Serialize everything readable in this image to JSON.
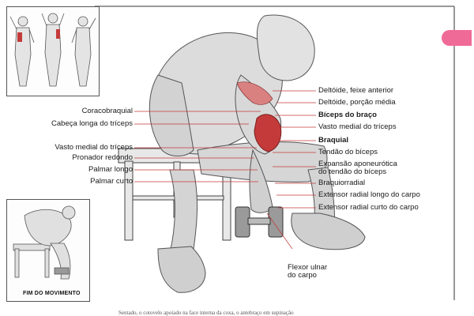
{
  "labels_left": [
    {
      "id": "coracobraquial",
      "text": "Coracobraquial"
    },
    {
      "id": "cabeca-longa-triceps",
      "text": "Cabeça longa do tríceps"
    },
    {
      "id": "vasto-medial-triceps-left",
      "text": "Vasto medial do tríceps"
    },
    {
      "id": "pronador-redondo",
      "text": "Pronador redondo"
    },
    {
      "id": "palmar-longo",
      "text": "Palmar longo"
    },
    {
      "id": "palmar-curto",
      "text": "Palmar curto"
    }
  ],
  "labels_right": [
    {
      "id": "deltoide-feixe-anterior",
      "text": "Deltóide, feixe anterior",
      "bold": false
    },
    {
      "id": "deltoide-porcao-media",
      "text": "Deltóide, porção média",
      "bold": false
    },
    {
      "id": "biceps-do-braco",
      "text": "Bíceps do braço",
      "bold": true
    },
    {
      "id": "vasto-medial-triceps-right",
      "text": "Vasto medial do tríceps",
      "bold": false
    },
    {
      "id": "braquial",
      "text": "Braquial",
      "bold": true
    },
    {
      "id": "tendao-biceps",
      "text": "Tendão do bíceps",
      "bold": false
    },
    {
      "id": "expansao-1",
      "text": "Expansão aponeurótica",
      "bold": false
    },
    {
      "id": "expansao-2",
      "text": "do tendão do bíceps",
      "bold": false
    },
    {
      "id": "braquiorradial",
      "text": "Braquiorradial",
      "bold": false
    },
    {
      "id": "extensor-longo",
      "text": "Extensor radial longo do carpo",
      "bold": false
    },
    {
      "id": "extensor-curto",
      "text": "Extensor radial curto do carpo",
      "bold": false
    }
  ],
  "bottom_label": {
    "line1": "Flexor ulnar",
    "line2": "do carpo"
  },
  "inset_caption": "FIM DO MOVIMENTO",
  "footer": "Sentado, o cotovelo apoiado na face interna da coxa, o antebraço em supinação",
  "colors": {
    "muscle_highlight": "#c43a3a",
    "line_color": "#c43a3a",
    "page_marker": "#f06a98"
  }
}
